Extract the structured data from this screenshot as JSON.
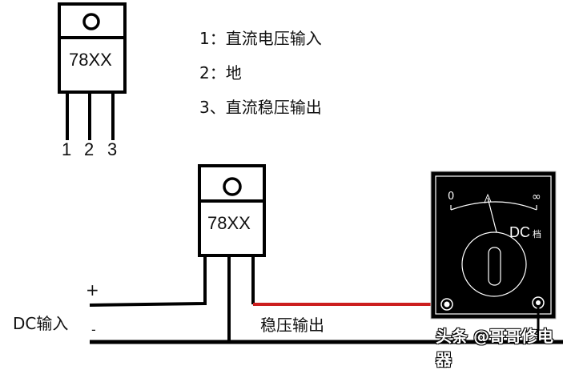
{
  "diagram": {
    "top_regulator": {
      "part_number": "78XX",
      "pins": [
        "1",
        "2",
        "3"
      ]
    },
    "legend": [
      {
        "text": "1：直流电压输入"
      },
      {
        "text": "2：地"
      },
      {
        "text": "3、直流稳压输出"
      }
    ],
    "circuit_regulator": {
      "part_number": "78XX"
    },
    "labels": {
      "plus": "+",
      "minus": "-",
      "dc_input": "DC输入",
      "regulated_output": "稳压输出"
    },
    "meter": {
      "scale_min": "0",
      "scale_max": "∞",
      "mode_label": "DC",
      "mode_suffix": "档"
    },
    "watermark": "头条 @哥哥修电器",
    "colors": {
      "wire": "#000000",
      "output_wire": "#cc1f1f",
      "meter_body": "#000000",
      "meter_line": "#ffffff"
    }
  }
}
